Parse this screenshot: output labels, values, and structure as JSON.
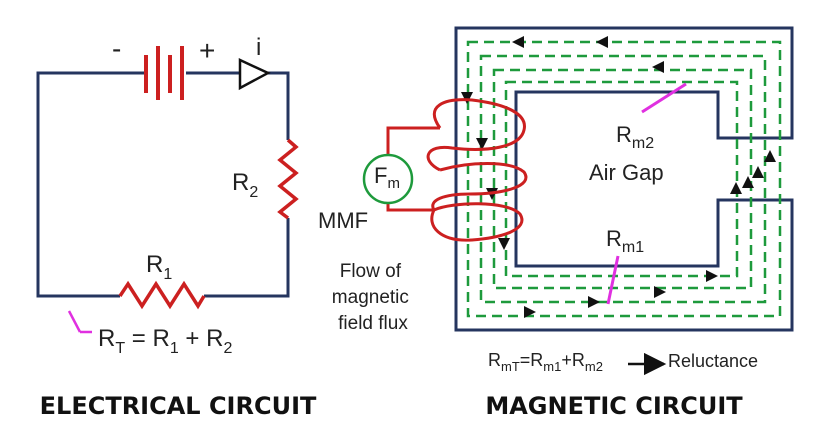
{
  "colors": {
    "wire": "#25355f",
    "resistor": "#cc2020",
    "flux": "#1e9a3c",
    "pointer": "#e030e0",
    "arrow": "#111111",
    "text": "#222222"
  },
  "electrical": {
    "battery_minus": "-",
    "battery_plus": "+",
    "current": "i",
    "r1": {
      "main": "R",
      "sub": "1"
    },
    "r2": {
      "main": "R",
      "sub": "2"
    },
    "total": {
      "rt_main": "R",
      "rt_sub": "T",
      "eq": " = ",
      "a_main": "R",
      "a_sub": "1",
      "plus": " + ",
      "b_main": "R",
      "b_sub": "2"
    },
    "caption": "ELECTRICAL CIRCUIT"
  },
  "magnetic": {
    "fm": {
      "main": "F",
      "sub": "m"
    },
    "mmf": "MMF",
    "flux_label": [
      "Flow of",
      "magnetic",
      "field flux"
    ],
    "rm2": {
      "main": "R",
      "sub": "m2"
    },
    "air_gap": "Air Gap",
    "rm1": {
      "main": "R",
      "sub": "m1"
    },
    "formula": {
      "t_main": "R",
      "t_sub": "mT",
      "eq": "=",
      "a_main": "R",
      "a_sub": "m1",
      "plus": "+",
      "b_main": "R",
      "b_sub": "m2",
      "reluctance": "Reluctance"
    },
    "caption": "MAGNETIC CIRCUIT"
  }
}
